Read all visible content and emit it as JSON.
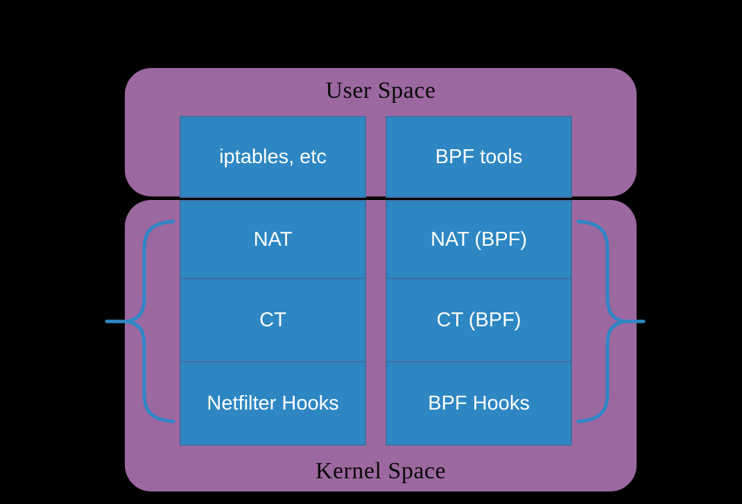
{
  "diagram": {
    "background_color": "#000000",
    "user_space": {
      "label": "User Space"
    },
    "kernel_space": {
      "label": "Kernel Space"
    },
    "columns": {
      "left": {
        "user": "iptables, etc",
        "kernel": [
          "NAT",
          "CT",
          "Netfilter Hooks"
        ]
      },
      "right": {
        "user": "BPF tools",
        "kernel": [
          "NAT (BPF)",
          "CT (BPF)",
          "BPF Hooks"
        ]
      }
    },
    "icons": {
      "left_brace": "curly-brace-left",
      "right_brace": "curly-brace-right"
    },
    "colors": {
      "space_fill": "#9C68A0",
      "cell_fill": "#2E87C3",
      "cell_border": "#40709F",
      "brace_stroke": "#2F86C6",
      "space_label_text": "#0A0A0A",
      "cell_text": "#FFFFFF"
    }
  }
}
